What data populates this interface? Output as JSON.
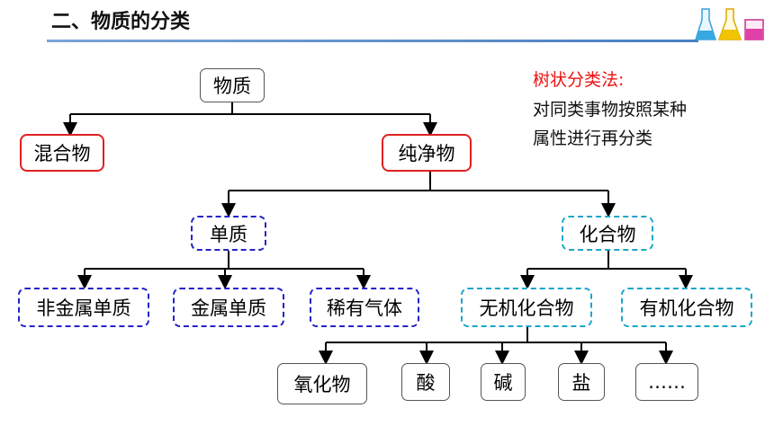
{
  "header": {
    "title": "二、物质的分类"
  },
  "note": {
    "title": "树状分类法:",
    "lines": [
      "对同类事物按照某种",
      "属性进行再分类"
    ]
  },
  "tree": {
    "root": "物质",
    "mixture": "混合物",
    "pure": "纯净物",
    "element": "单质",
    "compound": "化合物",
    "nonmetal": "非金属单质",
    "metal": "金属单质",
    "noble_gas": "稀有气体",
    "inorganic": "无机化合物",
    "organic": "有机化合物",
    "oxide": "氧化物",
    "acid": "酸",
    "base": "碱",
    "salt": "盐",
    "more": "……"
  },
  "colors": {
    "red_border": "#e02020",
    "blue_border": "#2323c8",
    "cyan_border": "#1aa6c8",
    "note_title": "#ee1111"
  }
}
